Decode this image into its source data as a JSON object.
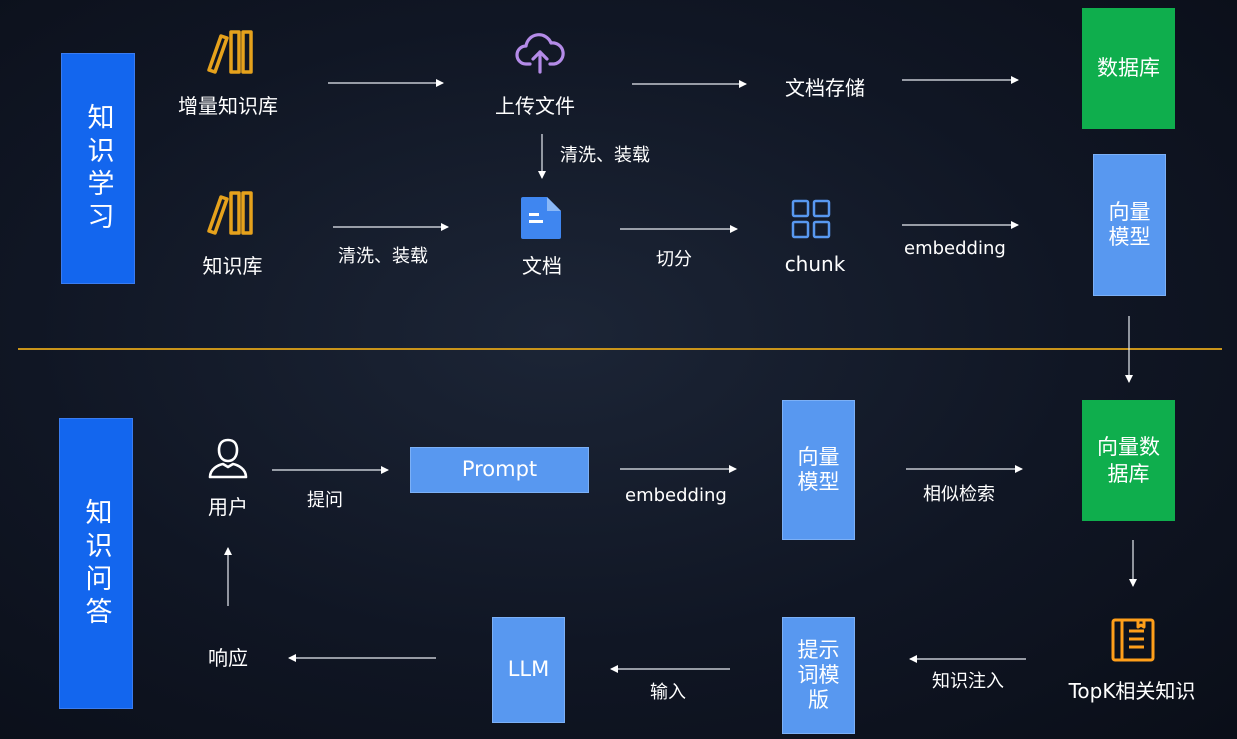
{
  "sections": {
    "top_title": "知识学习",
    "bottom_title": "知识问答"
  },
  "top": {
    "incremental_kb": "增量知识库",
    "upload_file": "上传文件",
    "doc_storage": "文档存储",
    "database": "数据库",
    "clean_load_down": "清洗、装载",
    "knowledge_base": "知识库",
    "clean_load": "清洗、装载",
    "document": "文档",
    "split": "切分",
    "chunk": "chunk",
    "embedding": "embedding",
    "vector_model": "向量模型"
  },
  "bottom": {
    "user": "用户",
    "ask": "提问",
    "prompt": "Prompt",
    "embedding": "embedding",
    "vector_model": "向量模型",
    "similarity_search": "相似检索",
    "vector_db": "向量数据库",
    "topk": "TopK相关知识",
    "inject": "知识注入",
    "prompt_template": "提示词模版",
    "input": "输入",
    "llm": "LLM",
    "respond": "响应"
  },
  "colors": {
    "sidebar_blue": "#1366ee",
    "box_blue": "#5898f0",
    "db_green": "#0fae4d",
    "divider_gold": "#c9941a",
    "icon_gold": "#e6a21c",
    "icon_blue": "#3f86f0",
    "icon_purple": "#b48be8",
    "icon_orange": "#ff9f1a"
  }
}
